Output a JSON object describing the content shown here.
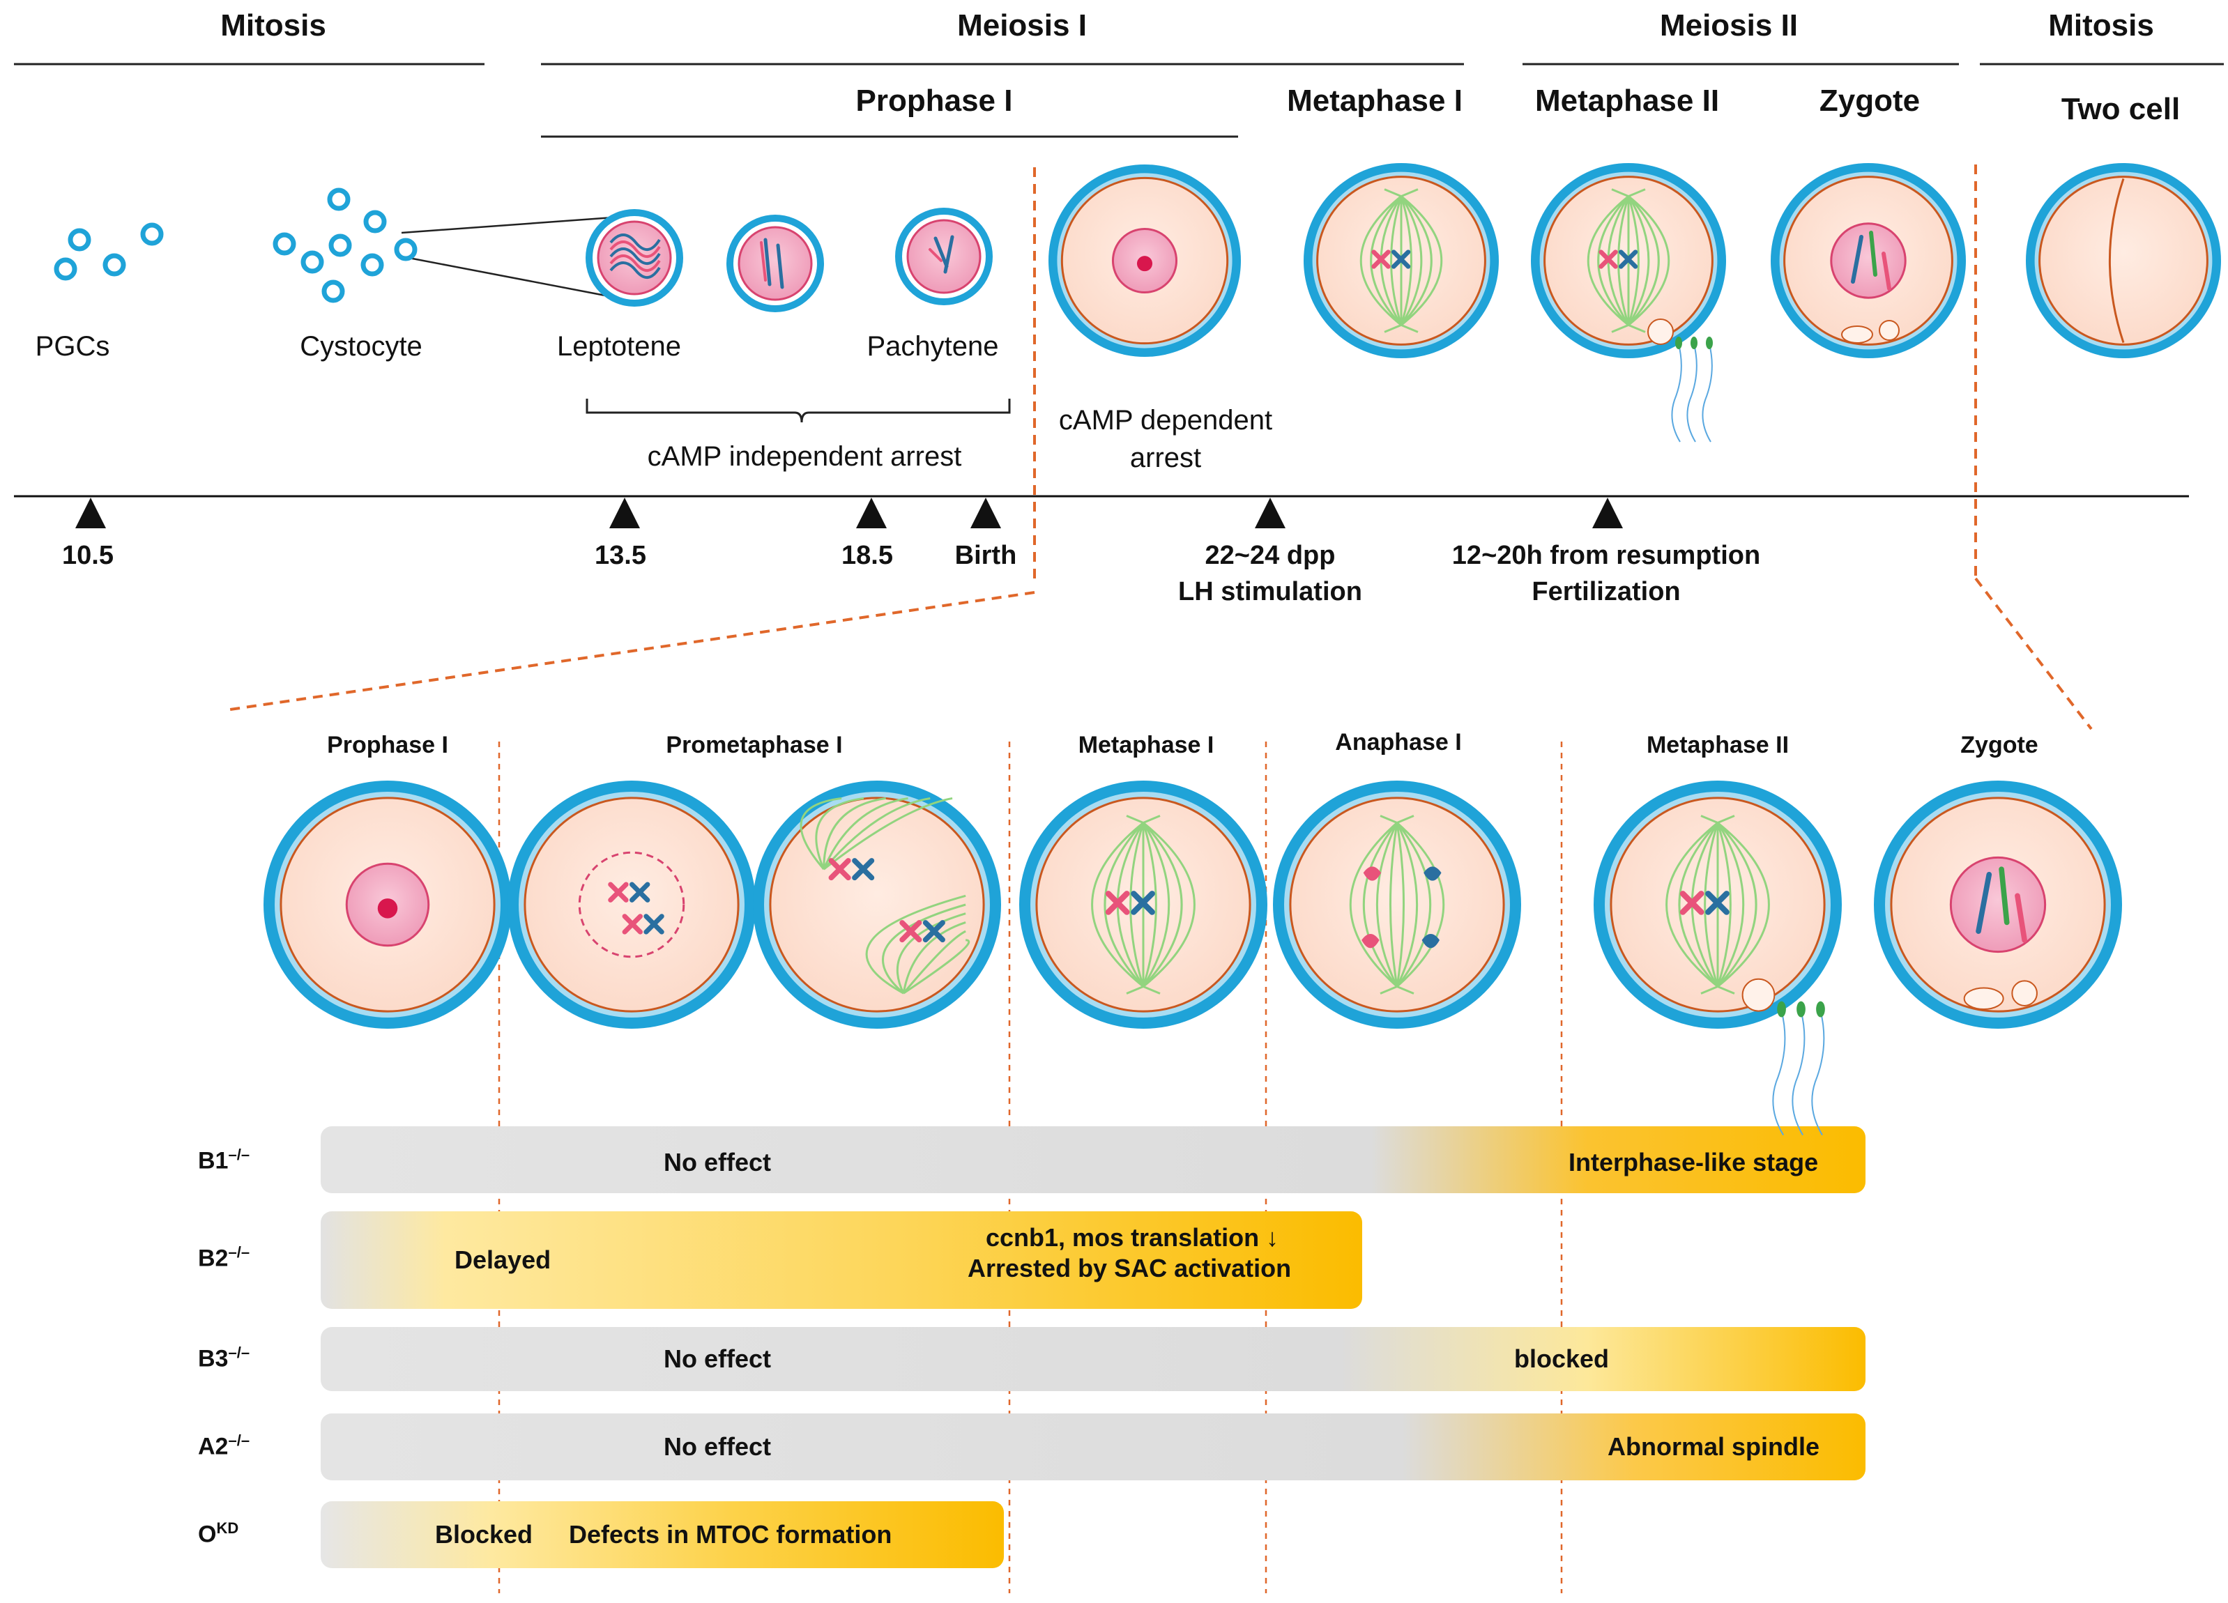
{
  "top_headers": {
    "mitosis_left": "Mitosis",
    "meiosis_1": "Meiosis I",
    "meiosis_2": "Meiosis II",
    "mitosis_right": "Mitosis"
  },
  "sub_headers": {
    "prophase_1": "Prophase I",
    "metaphase_1": "Metaphase I",
    "metaphase_2": "Metaphase II",
    "zygote": "Zygote",
    "two_cell": "Two cell"
  },
  "stage_labels": {
    "pgcs": "PGCs",
    "cystocyte": "Cystocyte",
    "leptotene": "Leptotene",
    "pachytene": "Pachytene"
  },
  "arrest_notes": {
    "camp_independent": "cAMP independent arrest",
    "camp_dependent_l1": "cAMP dependent",
    "camp_dependent_l2": "arrest"
  },
  "timeline_ticks": {
    "t1": "10.5",
    "t2": "13.5",
    "t3": "18.5",
    "t4": "Birth",
    "t5_l1": "22~24 dpp",
    "t5_l2": "LH stimulation",
    "t6_l1": "12~20h from resumption",
    "t6_l2": "Fertilization"
  },
  "detail_headers": {
    "prophase_1": "Prophase I",
    "prometaphase_1": "Prometaphase I",
    "metaphase_1": "Metaphase I",
    "anaphase_1": "Anaphase I",
    "metaphase_2": "Metaphase II",
    "zygote": "Zygote"
  },
  "genotypes": [
    {
      "base": "B1",
      "sup": "–/–"
    },
    {
      "base": "B2",
      "sup": "–/–"
    },
    {
      "base": "B3",
      "sup": "–/–"
    },
    {
      "base": "A2",
      "sup": "–/–"
    },
    {
      "base": "O",
      "sup": "KD"
    }
  ],
  "phenotype_bars": {
    "b1": {
      "left_text": "No effect",
      "right_text": "Interphase-like stage"
    },
    "b2": {
      "left_text": "Delayed",
      "right_text_l1": "ccnb1, mos translation ↓",
      "right_text_l2": "Arrested by SAC activation"
    },
    "b3": {
      "left_text": "No effect",
      "right_text": "blocked"
    },
    "a2": {
      "left_text": "No effect",
      "right_text": "Abnormal spindle"
    },
    "o": {
      "left_text": "Blocked",
      "right_text": "Defects in MTOC formation"
    }
  },
  "colors": {
    "zona_outer": "#1fa3d8",
    "zona_inner": "#a8dcf2",
    "cytoplasm": "#fde3d6",
    "cell_border": "#c9581f",
    "nucleus_fill": "#f1a9c3",
    "nucleus_border": "#d8436f",
    "spindle": "#92d47f",
    "chrom_pink": "#e8537a",
    "chrom_blue": "#2a6fa0",
    "dashed_orange": "#e0672a",
    "bar_gray": "#dedede",
    "bar_yellow": "#fde89a",
    "bar_gold": "#fbbc00",
    "pgc_ring": "#1fa3d8"
  }
}
